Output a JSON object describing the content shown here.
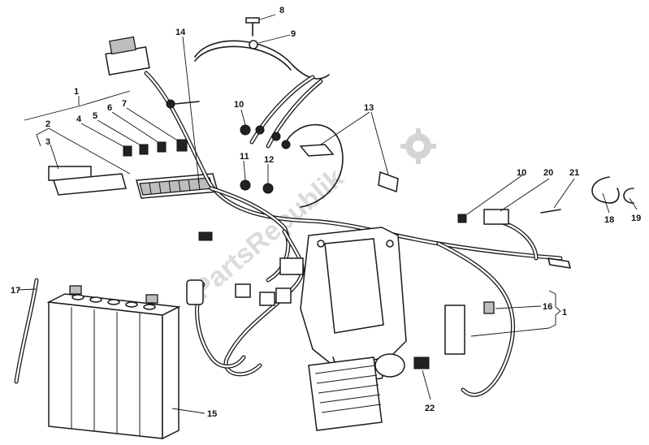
{
  "callouts": {
    "c1_top": "1",
    "c2": "2",
    "c3": "3",
    "c4": "4",
    "c5": "5",
    "c6": "6",
    "c7": "7",
    "c8": "8",
    "c9": "9",
    "c10_left": "10",
    "c10_right": "10",
    "c11": "11",
    "c12": "12",
    "c13": "13",
    "c14": "14",
    "c15": "15",
    "c16": "16",
    "c1_right": "1",
    "c17": "17",
    "c18": "18",
    "c19": "19",
    "c20": "20",
    "c21": "21",
    "c22": "22"
  },
  "watermark": {
    "text": "PartsRepublik",
    "icon": "gear-icon"
  },
  "colors": {
    "line": "#1a1a1a",
    "watermark": "#cfcfcf"
  }
}
